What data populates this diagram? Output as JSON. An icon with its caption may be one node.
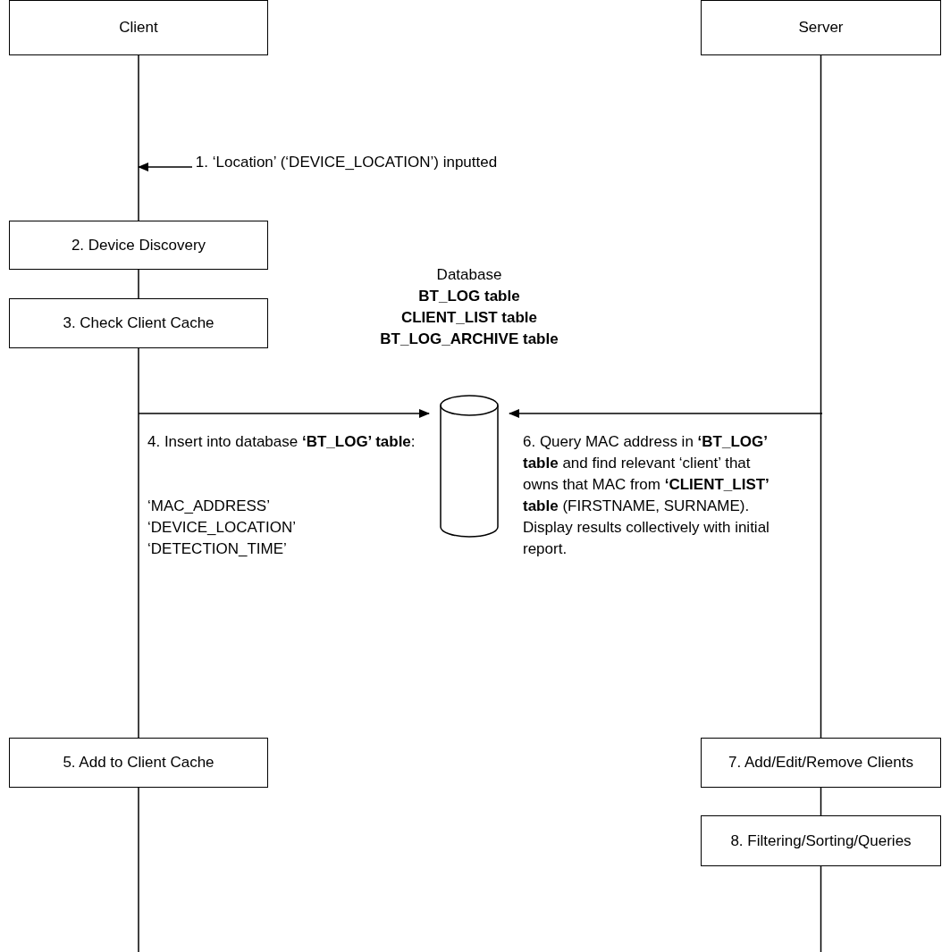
{
  "diagram": {
    "nodes": [
      {
        "text": [
          "Client"
        ]
      },
      {
        "text": [
          "Server"
        ]
      },
      {
        "text": [
          "2. Device Discovery"
        ]
      },
      {
        "text": [
          "3. Check Client Cache"
        ]
      },
      {
        "text": [],
        "shape": "cylinder",
        "beside": [
          "Database",
          "BT_LOG table",
          "CLIENT_LIST table",
          "BT_LOG_ARCHIVE table"
        ]
      },
      {
        "text": [
          "5. Add to Client Cache"
        ]
      },
      {
        "text": [
          "7. Add/Edit/Remove Clients"
        ]
      },
      {
        "text": [
          "8. Filtering/Sorting/Queries"
        ]
      },
      {
        "text": [
          "1. ‘Location’ (‘DEVICE_LOCATION’) inputted"
        ]
      }
    ],
    "edges": [
      {
        "from": 0,
        "to": 2,
        "arrow": "none"
      },
      {
        "from": 2,
        "to": 3,
        "arrow": "none"
      },
      {
        "from": 3,
        "to": 5,
        "arrow": "none"
      },
      {
        "from": 5,
        "to": null,
        "arrow": "none"
      },
      {
        "from": 1,
        "to": 6,
        "arrow": "none"
      },
      {
        "from": 6,
        "to": 7,
        "arrow": "none"
      },
      {
        "from": 7,
        "to": null,
        "arrow": "none"
      },
      {
        "from": 8,
        "to": null,
        "arrow": "to"
      },
      {
        "from": null,
        "to": 4,
        "arrow": "to",
        "label": "4. Insert into database **‘BT_LOG’ table**:"
      },
      {
        "from": null,
        "to": 4,
        "arrow": "to",
        "label": "6. Query MAC address in **‘BT_LOG’ table** and find relevant ‘client’ that owns that MAC from **‘CLIENT_LIST’ table** (FIRSTNAME, SURNAME). Display results collectively with initial report."
      }
    ],
    "labels": [
      "‘MAC_ADDRESS’",
      "‘DEVICE_LOCATION’",
      "‘DETECTION_TIME’"
    ]
  }
}
